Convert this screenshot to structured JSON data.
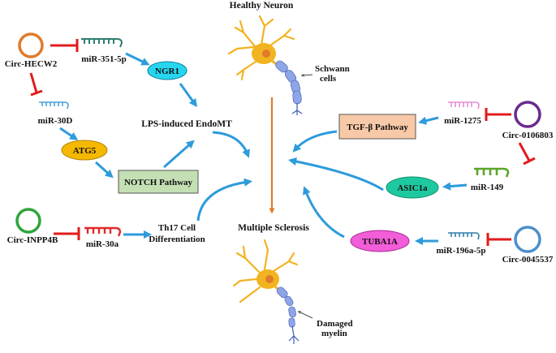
{
  "labels": {
    "healthy_neuron": "Healthy Neuron",
    "schwann_line1": "Schwann",
    "schwann_line2": "cells",
    "multiple_sclerosis": "Multiple Sclerosis",
    "damaged_line1": "Damaged",
    "damaged_line2": "myelin",
    "circ_hecw2": "Circ-HECW2",
    "mir_351": "miR-351-5p",
    "ngr1": "NGR1",
    "mir_30d": "miR-30D",
    "atg5": "ATG5",
    "lps": "LPS-induced EndoMT",
    "notch": "NOTCH Pathway",
    "circ_inpp4b": "Circ-INPP4B",
    "mir_30a": "miR-30a",
    "th17_line1": "Th17 Cell",
    "th17_line2": "Differentiation",
    "tgfb": "TGF-β Pathway",
    "mir_1275": "miR-1275",
    "circ_0106803": "Circ-0106803",
    "asic1a": "ASIC1a",
    "mir_149": "miR-149",
    "tuba1a": "TUBA1A",
    "mir_196a": "miR-196a-5p",
    "circ_0045537": "Circ-0045537"
  },
  "colors": {
    "circ_hecw2": "#E07B2B",
    "mir_351": "#2E7D6E",
    "ngr1_fill": "#25D6EE",
    "mir_30d": "#4FA3D9",
    "atg5_fill": "#F5B800",
    "notch_fill": "#C4DFB4",
    "circ_inpp4b": "#2FA43C",
    "mir_30a": "#E02B2B",
    "tgfb_fill": "#F8C9A8",
    "mir_1275": "#E48FD6",
    "circ_0106803": "#6A2B8E",
    "asic1a_fill": "#1FC9A0",
    "mir_149": "#5AA52A",
    "tuba1a_fill": "#F25DD8",
    "mir_196a": "#2F7FA8",
    "circ_0045537": "#4D8FCB",
    "activation_arrow": "#2E9BDB",
    "inhibition": "#E21B1B",
    "ms_arrow": "#E07B2B",
    "neuron_body": "#F2B320",
    "myelin": "#8EA6E8"
  }
}
